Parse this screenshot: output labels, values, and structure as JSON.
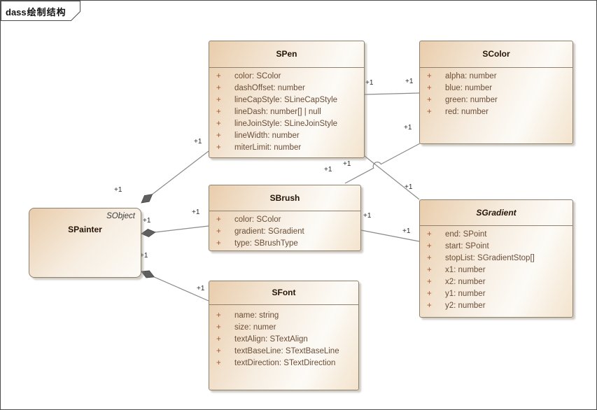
{
  "frame": {
    "title_latin": "dass",
    "title_cn": "绘制结构"
  },
  "colors": {
    "box_fill_dark": "#e9cdac",
    "box_fill_light": "#fdfbf7",
    "box_border": "#90816e",
    "title_text": "#241507",
    "attr_text": "#6b4e37",
    "plus_sign": "#a3592d",
    "connector_line": "#8a8a8a",
    "composition_diamond": "#5f5f5f",
    "background": "#ffffff"
  },
  "classes": {
    "spainter": {
      "name": "SPainter",
      "stereotype": "SObject"
    },
    "spen": {
      "name": "SPen",
      "attrs": [
        {
          "vis": "+",
          "text": "color: SColor"
        },
        {
          "vis": "+",
          "text": "dashOffset: number"
        },
        {
          "vis": "+",
          "text": "lineCapStyle: SLineCapStyle"
        },
        {
          "vis": "+",
          "text": "lineDash: number[] | null"
        },
        {
          "vis": "+",
          "text": "lineJoinStyle: SLineJoinStyle"
        },
        {
          "vis": "+",
          "text": "lineWidth: number"
        },
        {
          "vis": "+",
          "text": "miterLimit: number"
        }
      ]
    },
    "scolor": {
      "name": "SColor",
      "attrs": [
        {
          "vis": "+",
          "text": "alpha: number"
        },
        {
          "vis": "+",
          "text": "blue: number"
        },
        {
          "vis": "+",
          "text": "green: number"
        },
        {
          "vis": "+",
          "text": "red: number"
        }
      ]
    },
    "sbrush": {
      "name": "SBrush",
      "attrs": [
        {
          "vis": "+",
          "text": "color: SColor"
        },
        {
          "vis": "+",
          "text": "gradient: SGradient"
        },
        {
          "vis": "+",
          "text": "type: SBrushType"
        }
      ]
    },
    "sfont": {
      "name": "SFont",
      "attrs": [
        {
          "vis": "+",
          "text": "name: string"
        },
        {
          "vis": "+",
          "text": "size: numer"
        },
        {
          "vis": "+",
          "text": "textAlign: STextAlign"
        },
        {
          "vis": "+",
          "text": "textBaseLine: STextBaseLine"
        },
        {
          "vis": "+",
          "text": "textDirection: STextDirection"
        }
      ]
    },
    "sgradient": {
      "name": "SGradient",
      "attrs": [
        {
          "vis": "+",
          "text": "end: SPoint"
        },
        {
          "vis": "+",
          "text": "start: SPoint"
        },
        {
          "vis": "+",
          "text": "stopList: SGradientStop[]"
        },
        {
          "vis": "+",
          "text": "x1: number"
        },
        {
          "vis": "+",
          "text": "x2: number"
        },
        {
          "vis": "+",
          "text": "y1: number"
        },
        {
          "vis": "+",
          "text": "y2: number"
        }
      ]
    }
  },
  "relations": {
    "painter_pen": {
      "type": "composition",
      "source_mult": "+1",
      "target_mult": "+1"
    },
    "painter_brush": {
      "type": "composition",
      "source_mult": "+1",
      "target_mult": "+1"
    },
    "painter_font": {
      "type": "composition",
      "source_mult": "+1",
      "target_mult": "+1"
    },
    "pen_color": {
      "type": "association",
      "source_mult": "+1",
      "target_mult": "+1"
    },
    "brush_color": {
      "type": "association",
      "source_mult": "+1",
      "target_mult": "+1"
    },
    "pen_gradient": {
      "type": "association",
      "source_mult": "+1",
      "target_mult": "+1"
    },
    "brush_gradient": {
      "type": "association",
      "source_mult": "+1",
      "target_mult": "+1"
    }
  }
}
